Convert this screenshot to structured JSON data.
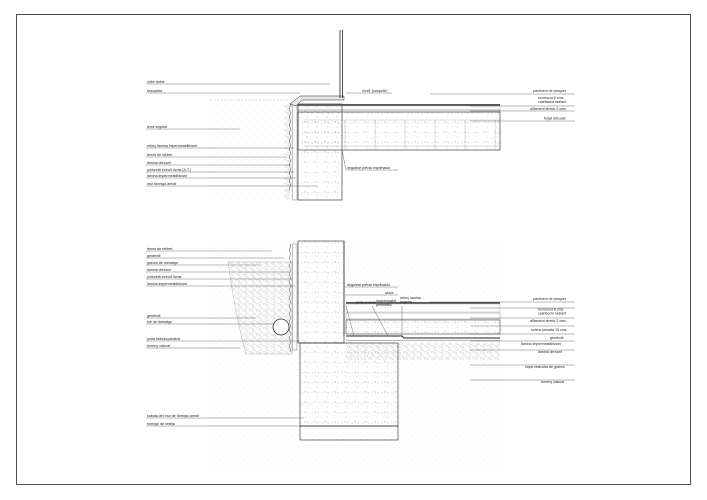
{
  "top_detail": {
    "left_labels": [
      "vidre doble",
      "escopidor",
      "terra vegetal",
      "reforç làmina impermeabilitzant",
      "terres de reblert",
      "làmina drenant",
      "poliuretà extruït 4cms (A.T.)",
      "làmina impermeabilitzant",
      "mur formigó armat"
    ],
    "top_note": "nivell \"jumquillo\"",
    "right_labels": [
      "paviment de parquet",
      "recrescut 8 cms\ncalefacció radiant",
      "aïllament tèrmic 2 cms",
      "forjat reticular"
    ],
    "corner_note": "angulear prèvia imprimació"
  },
  "bottom_detail": {
    "left_labels": [
      "terres de reblert",
      "geotèxtil",
      "graves de drenatge",
      "làmina drenant",
      "poliuretà extruït 4cms",
      "làmina impermeabilitzant",
      "geotèxtil",
      "tub de drenatge",
      "junta hidroexpansiva",
      "terreny natural",
      "sabata del mur de formigó armat",
      "formigó de neteja"
    ],
    "center_notes": [
      "angulear prèvia imprimació",
      "sòcol",
      "junta porexe",
      "impermeabit.\nperimètric",
      "reforç làmina\nimperm."
    ],
    "right_labels": [
      "paviment de parquet",
      "recrescut 8 cms\ncalefacció radiant",
      "aïllament tèrmic 2 cms",
      "solera armada 15 cms",
      "geotèxtil",
      "làmina impermeabilitzant",
      "làmina drenant",
      "capa vesicular de graves",
      "terreny natural"
    ]
  }
}
